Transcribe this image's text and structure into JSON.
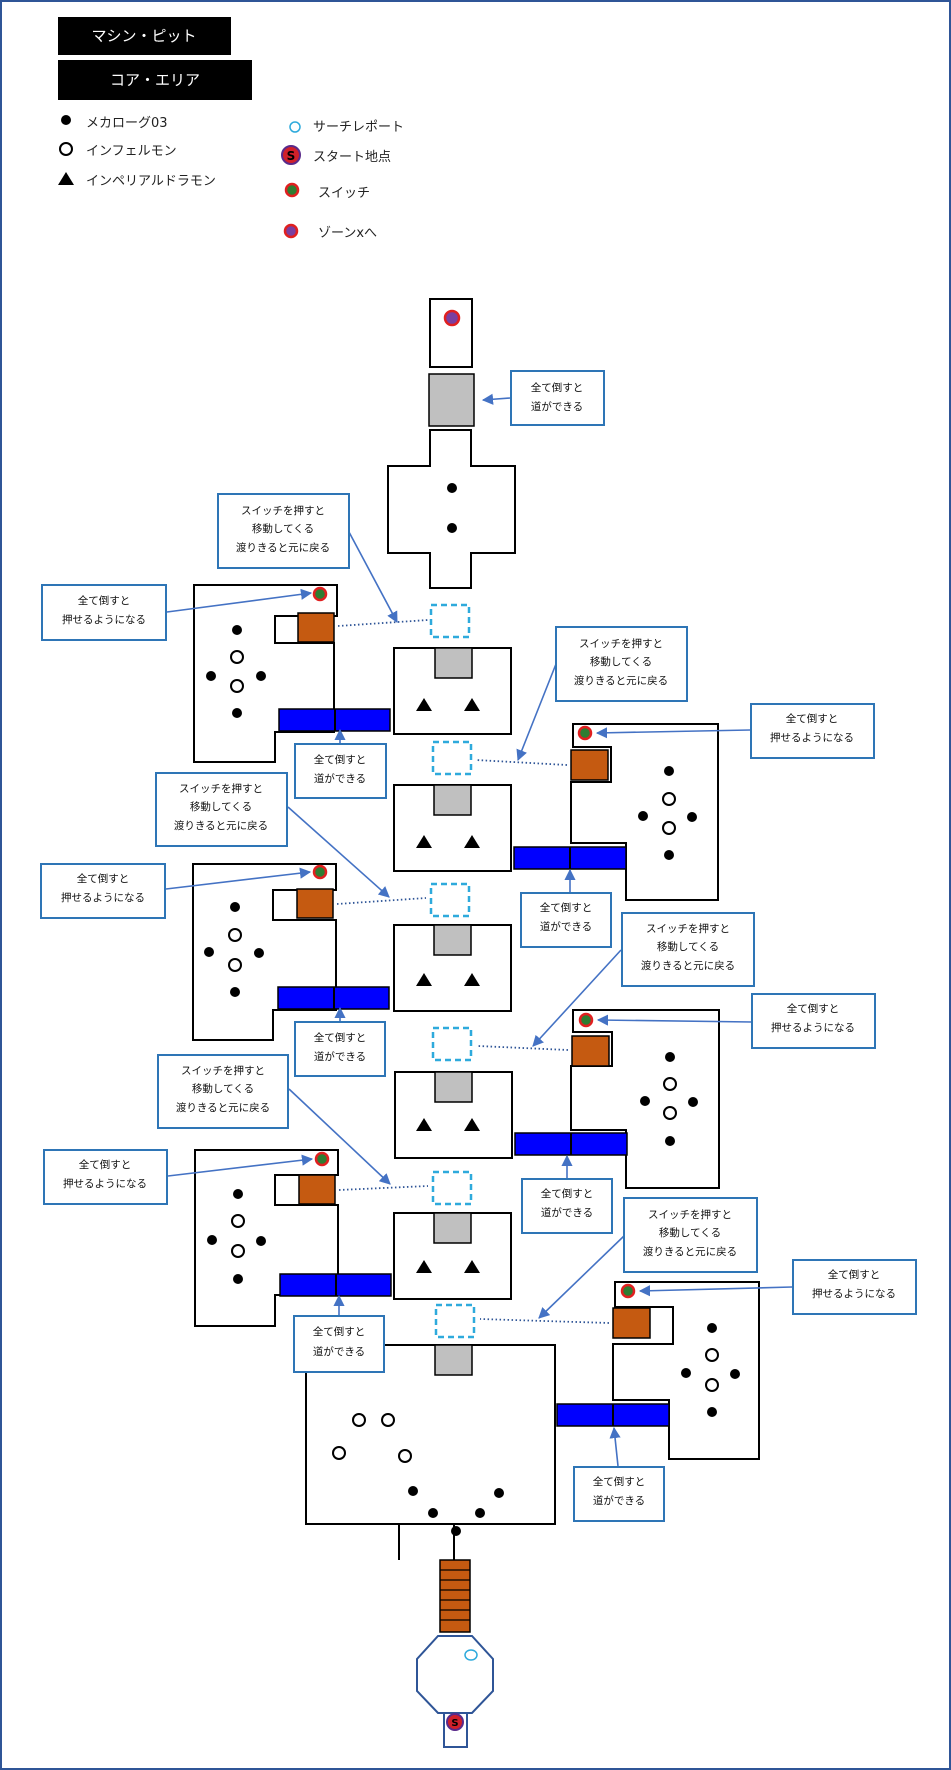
{
  "header": {
    "area_title": "マシン・ピット",
    "zone_title": "コア・エリア"
  },
  "legend": {
    "mecha_rogue": "メカローグ03",
    "infermon": "インフェルモン",
    "imperialdramon": "インペリアルドラモン",
    "search_teleport": "サーチレポート",
    "start_point": "スタート地点",
    "switch": "スイッチ",
    "to_zone_x": "ゾーンxへ"
  },
  "markers": {
    "start_glyph": "S"
  },
  "notes": {
    "bridge_note_line1": "全て倒すと",
    "bridge_note_line2": "道ができる",
    "block_note_line1": "全て倒すと",
    "block_note_line2": "押せるようになる",
    "switch_note_line1": "スイッチを押すと",
    "switch_note_line2": "移動してくる",
    "switch_note_line3": "渡りきると元に戻る"
  },
  "colors": {
    "background": "#ffffff",
    "frame": "#2f5597",
    "title_box": "#000000",
    "pushable_block": "#c55a11",
    "bridge": "#0000ff",
    "door": "#c0c0c0",
    "teleport": "#2eaadc",
    "switch_fill": "#2e7d32",
    "switch_ring": "#e02020",
    "start_fill": "#d0202a",
    "zone_fill": "#7a3fa0",
    "callout_border": "#2e75b6",
    "arrow": "#4472c4"
  },
  "icons": {
    "mecha_rogue": "filled-circle-icon",
    "infermon": "hollow-circle-icon",
    "imperialdramon": "filled-triangle-icon",
    "search_teleport": "hollow-cyan-circle-icon",
    "start_point": "red-s-circle-icon",
    "switch": "green-red-dot-icon",
    "to_zone_x": "purple-red-dot-icon"
  }
}
